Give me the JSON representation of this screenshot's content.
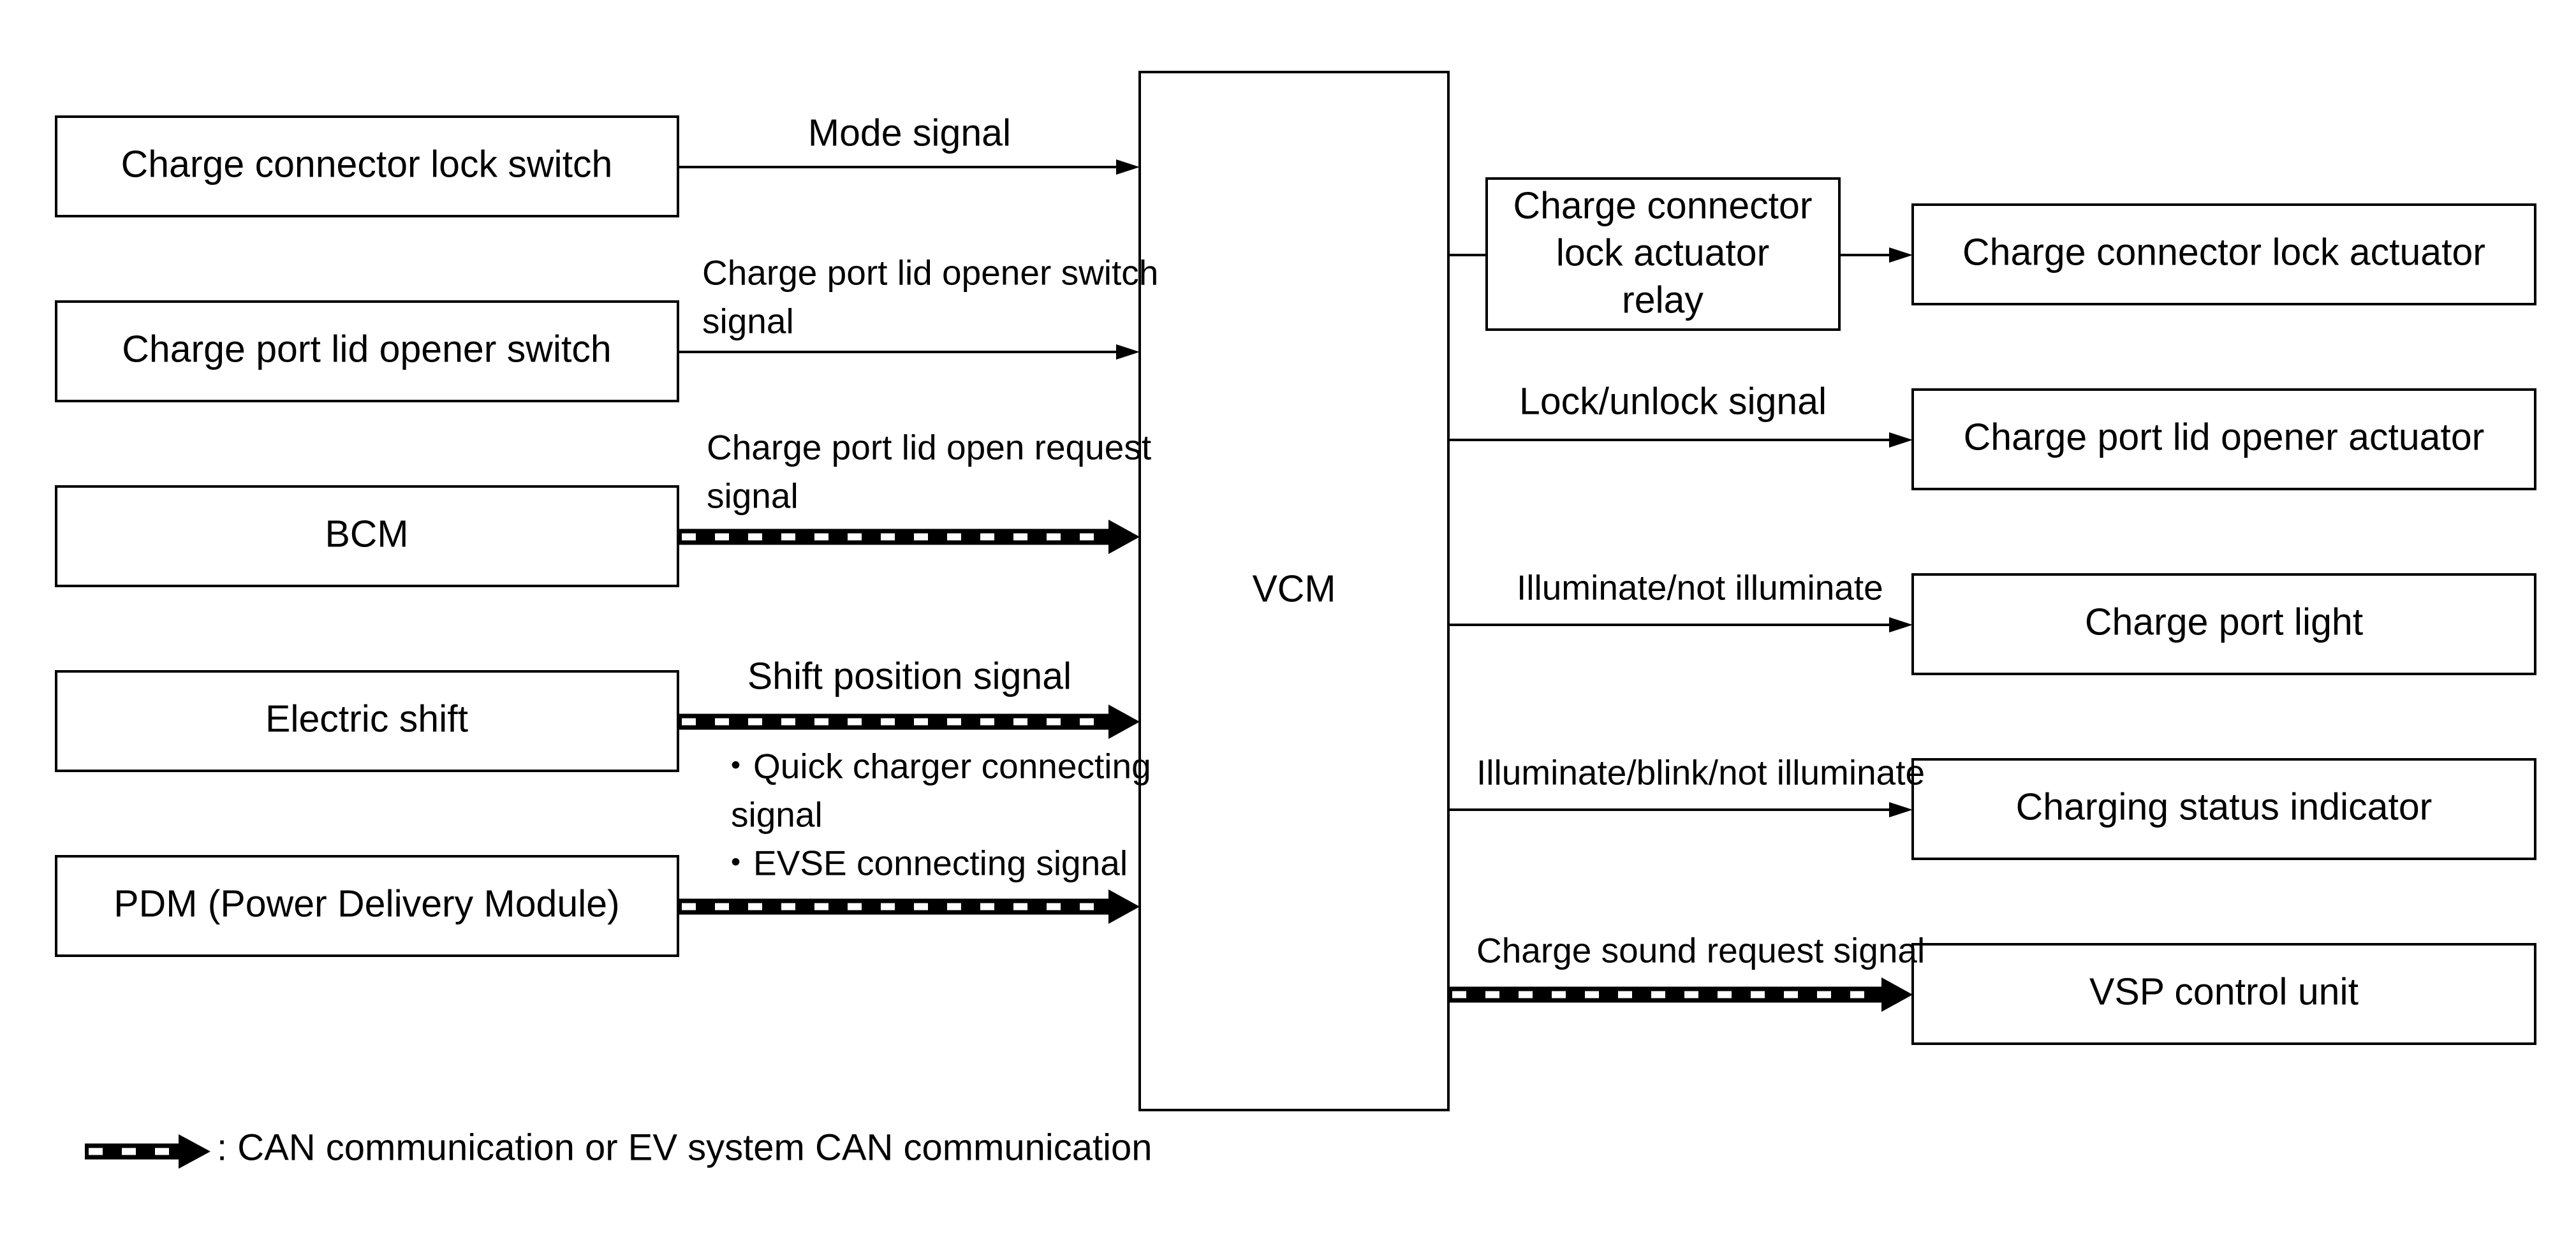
{
  "inputs": [
    {
      "id": "lock-switch",
      "label": "Charge connector lock switch",
      "signal": [
        "Mode signal"
      ],
      "can": false
    },
    {
      "id": "lid-opener-switch",
      "label": "Charge port lid opener switch",
      "signal": [
        "Charge port lid opener switch",
        "signal"
      ],
      "can": false
    },
    {
      "id": "bcm",
      "label": "BCM",
      "signal": [
        "Charge port lid open request",
        "signal"
      ],
      "can": true
    },
    {
      "id": "electric-shift",
      "label": "Electric shift",
      "signal": [
        "Shift position signal"
      ],
      "can": true
    },
    {
      "id": "pdm",
      "label": "PDM (Power Delivery Module)",
      "signal": [
        "・Quick charger connecting",
        "signal",
        "・EVSE connecting signal"
      ],
      "can": true
    }
  ],
  "center": {
    "label": "VCM"
  },
  "relay": {
    "lines": [
      "Charge connector",
      "lock actuator",
      "relay"
    ]
  },
  "outputs": [
    {
      "id": "lock-actuator",
      "label": "Charge connector lock actuator",
      "signal": "",
      "can": false
    },
    {
      "id": "lid-opener-actuator",
      "label": "Charge port lid opener actuator",
      "signal": "Lock/unlock signal",
      "can": false
    },
    {
      "id": "port-light",
      "label": "Charge port light",
      "signal": "Illuminate/not illuminate",
      "can": false
    },
    {
      "id": "status-indicator",
      "label": "Charging status indicator",
      "signal": "Illuminate/blink/not illuminate",
      "can": false
    },
    {
      "id": "vsp-unit",
      "label": "VSP control unit",
      "signal": "Charge sound request signal",
      "can": true
    }
  ],
  "legend": {
    "text": ": CAN communication or EV system CAN communication"
  }
}
